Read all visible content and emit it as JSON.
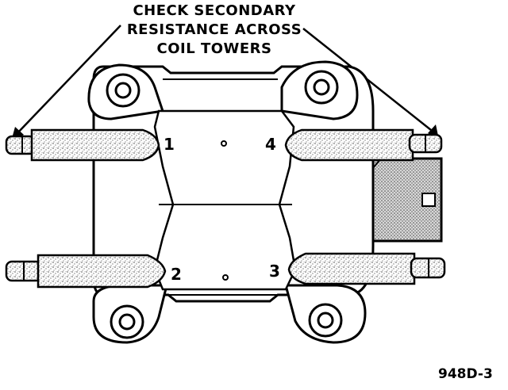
{
  "caption": {
    "line1": "CHECK SECONDARY",
    "line2": "RESISTANCE ACROSS",
    "line3": "COIL TOWERS"
  },
  "towers": {
    "t1": "1",
    "t2": "2",
    "t3": "3",
    "t4": "4"
  },
  "figure_id": "948D-3"
}
